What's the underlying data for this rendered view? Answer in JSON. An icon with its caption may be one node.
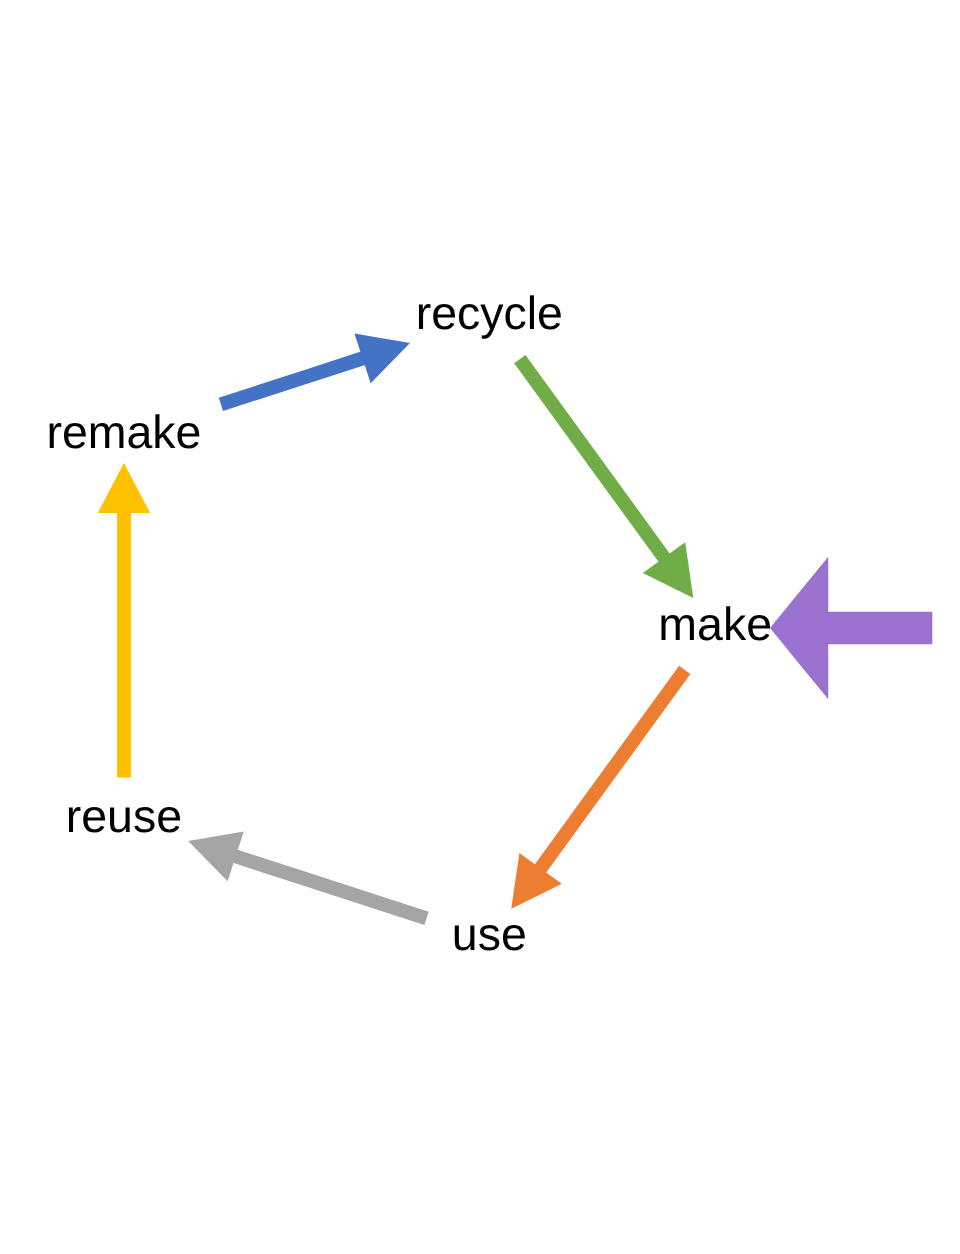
{
  "diagram": {
    "nodes": [
      {
        "text": [
          "recycle"
        ]
      },
      {
        "text": [
          "make"
        ]
      },
      {
        "text": [
          "use"
        ]
      },
      {
        "text": [
          "reuse"
        ]
      },
      {
        "text": [
          "remake"
        ]
      }
    ],
    "edges": [
      {
        "from": 0,
        "to": 1,
        "arrow": "to",
        "color": "#70ad47"
      },
      {
        "from": 1,
        "to": 2,
        "arrow": "to",
        "color": "#ed7d31"
      },
      {
        "from": 2,
        "to": 3,
        "arrow": "to",
        "color": "#a5a5a5"
      },
      {
        "from": 3,
        "to": 4,
        "arrow": "to",
        "color": "#ffc000"
      },
      {
        "from": 4,
        "to": 0,
        "arrow": "to",
        "color": "#4472c4"
      },
      {
        "from": null,
        "to": 1,
        "arrow": "to",
        "style": "thick",
        "color": "#9b72cf"
      }
    ]
  }
}
